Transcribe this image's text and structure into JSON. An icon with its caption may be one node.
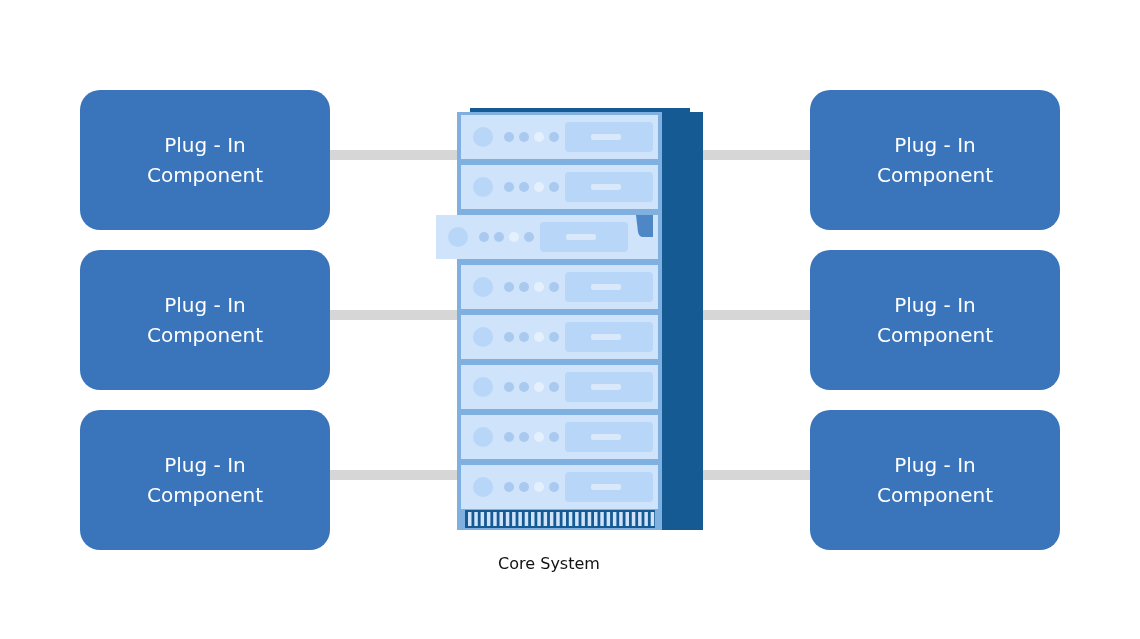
{
  "diagram": {
    "nodes": [
      {
        "text": [
          "Plug - In Component"
        ]
      },
      {
        "text": [
          "Plug - In Component"
        ]
      },
      {
        "text": [
          "Plug - In Component"
        ]
      },
      {
        "text": [
          "Plug - In Component"
        ]
      },
      {
        "text": [
          "Plug - In Component"
        ]
      },
      {
        "text": [
          "Plug - In Component"
        ]
      },
      {
        "text": [],
        "shape": "picture",
        "beside": [
          "Core System"
        ]
      }
    ],
    "edges": [
      {
        "from": 0,
        "to": 6,
        "arrow": "none"
      },
      {
        "from": 1,
        "to": 6,
        "arrow": "none"
      },
      {
        "from": 2,
        "to": 6,
        "arrow": "none"
      },
      {
        "from": 3,
        "to": 6,
        "arrow": "none"
      },
      {
        "from": 4,
        "to": 6,
        "arrow": "none"
      },
      {
        "from": 5,
        "to": 6,
        "arrow": "none"
      }
    ]
  }
}
